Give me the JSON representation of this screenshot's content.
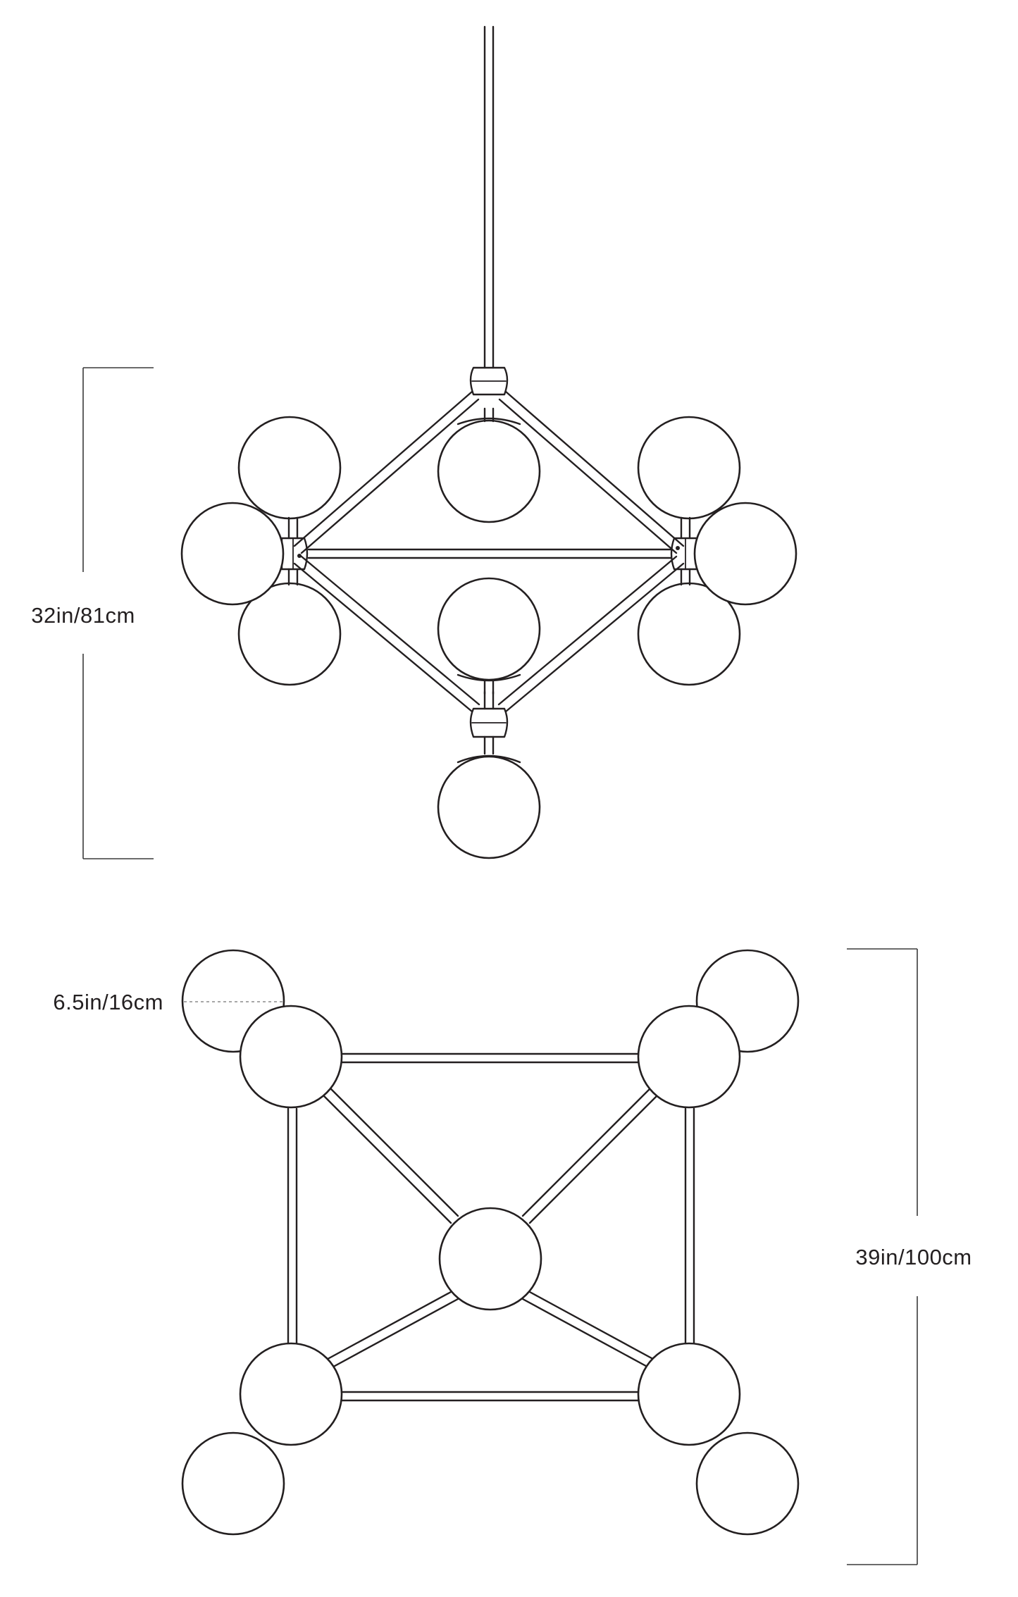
{
  "labels": {
    "height": "32in/81cm",
    "globe_diameter": "6.5in/16cm",
    "width": "39in/100cm"
  },
  "colors": {
    "line": "#231f20",
    "background": "#ffffff"
  }
}
